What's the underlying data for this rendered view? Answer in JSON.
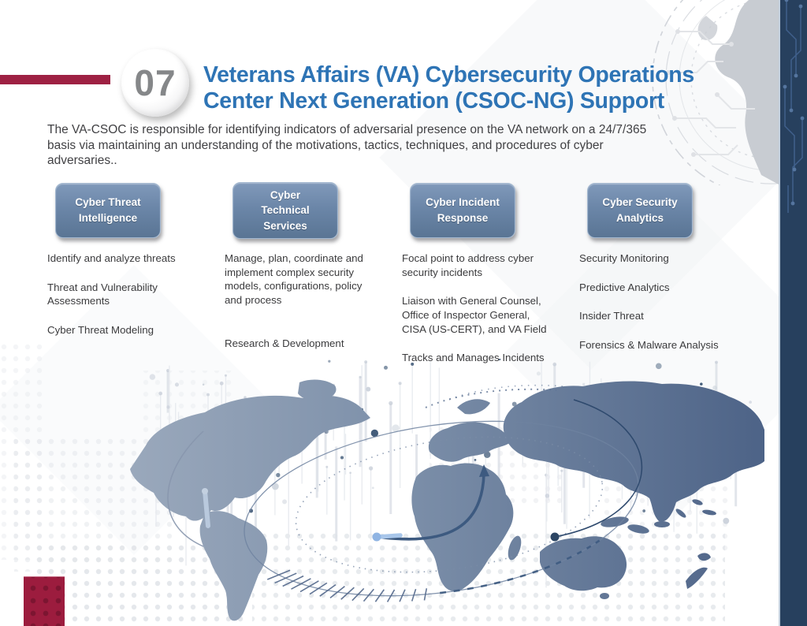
{
  "page": {
    "number_badge": "07",
    "title_line1": "Veterans Affairs (VA) Cybersecurity Operations",
    "title_line2": "Center Next Generation (CSOC-NG) Support",
    "intro": "The VA-CSOC is responsible for identifying indicators of adversarial presence on the VA network on a 24/7/365 basis via maintaining an understanding of the motivations, tactics, techniques, and procedures of cyber adversaries.."
  },
  "columns": [
    {
      "label_lines": [
        "Cyber Threat",
        "Intelligence"
      ],
      "items": [
        "Identify and analyze threats",
        "Threat and Vulnerability Assessments",
        "Cyber Threat Modeling"
      ]
    },
    {
      "label_lines": [
        "Cyber",
        "Technical",
        "Services"
      ],
      "items": [
        "Manage, plan, coordinate and implement complex security models, configurations, policy and process",
        "Research & Development"
      ]
    },
    {
      "label_lines": [
        "Cyber Incident",
        "Response"
      ],
      "items": [
        "Focal point to address cyber security incidents",
        "Liaison with General Counsel, Office of Inspector General, CISA (US-CERT), and VA Field",
        "Tracks and Manages Incidents"
      ]
    },
    {
      "label_lines": [
        "Cyber Security",
        "Analytics"
      ],
      "items": [
        "Security Monitoring",
        "Predictive Analytics",
        "Insider Threat",
        "Forensics & Malware Analysis"
      ]
    }
  ],
  "colors": {
    "accent_red": "#9e2143",
    "navy_bar": "#27405e",
    "title_blue": "#2e74b5",
    "button_top": "#8099ba",
    "button_bottom": "#5a7594",
    "body_text": "#414144"
  }
}
